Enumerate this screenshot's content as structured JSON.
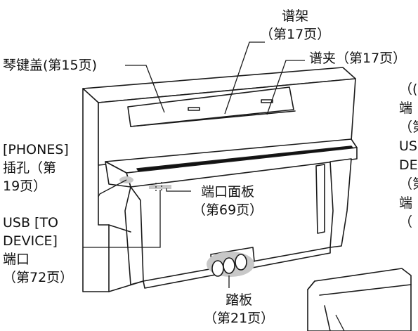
{
  "colors": {
    "line": "#1a1a1a",
    "highlight": "#c8c8c8",
    "background": "#ffffff"
  },
  "labels": {
    "music_rest": {
      "line1": "谱架",
      "line2": "（第17页）"
    },
    "music_clip": "谱夹（第17页）",
    "key_cover": "琴键盖(第15页)",
    "phones_jack": {
      "line1": "[PHONES]",
      "line2": "插孔（第",
      "line3": "19页）"
    },
    "usb_to_device": {
      "line1": "USB [TO",
      "line2": "DEVICE]",
      "line3": "端口",
      "line4": "（第72页）"
    },
    "port_panel": {
      "line1": "端口面板",
      "line2": "（第69页）"
    },
    "pedals": {
      "line1": "踏板",
      "line2": "（第21页）"
    },
    "right_cutoff": {
      "line1": "（(",
      "line2": "端",
      "line3": "（第",
      "line4": "USB",
      "line5": "DE",
      "line6": "（第",
      "line7": "端",
      "line8": "（"
    }
  }
}
